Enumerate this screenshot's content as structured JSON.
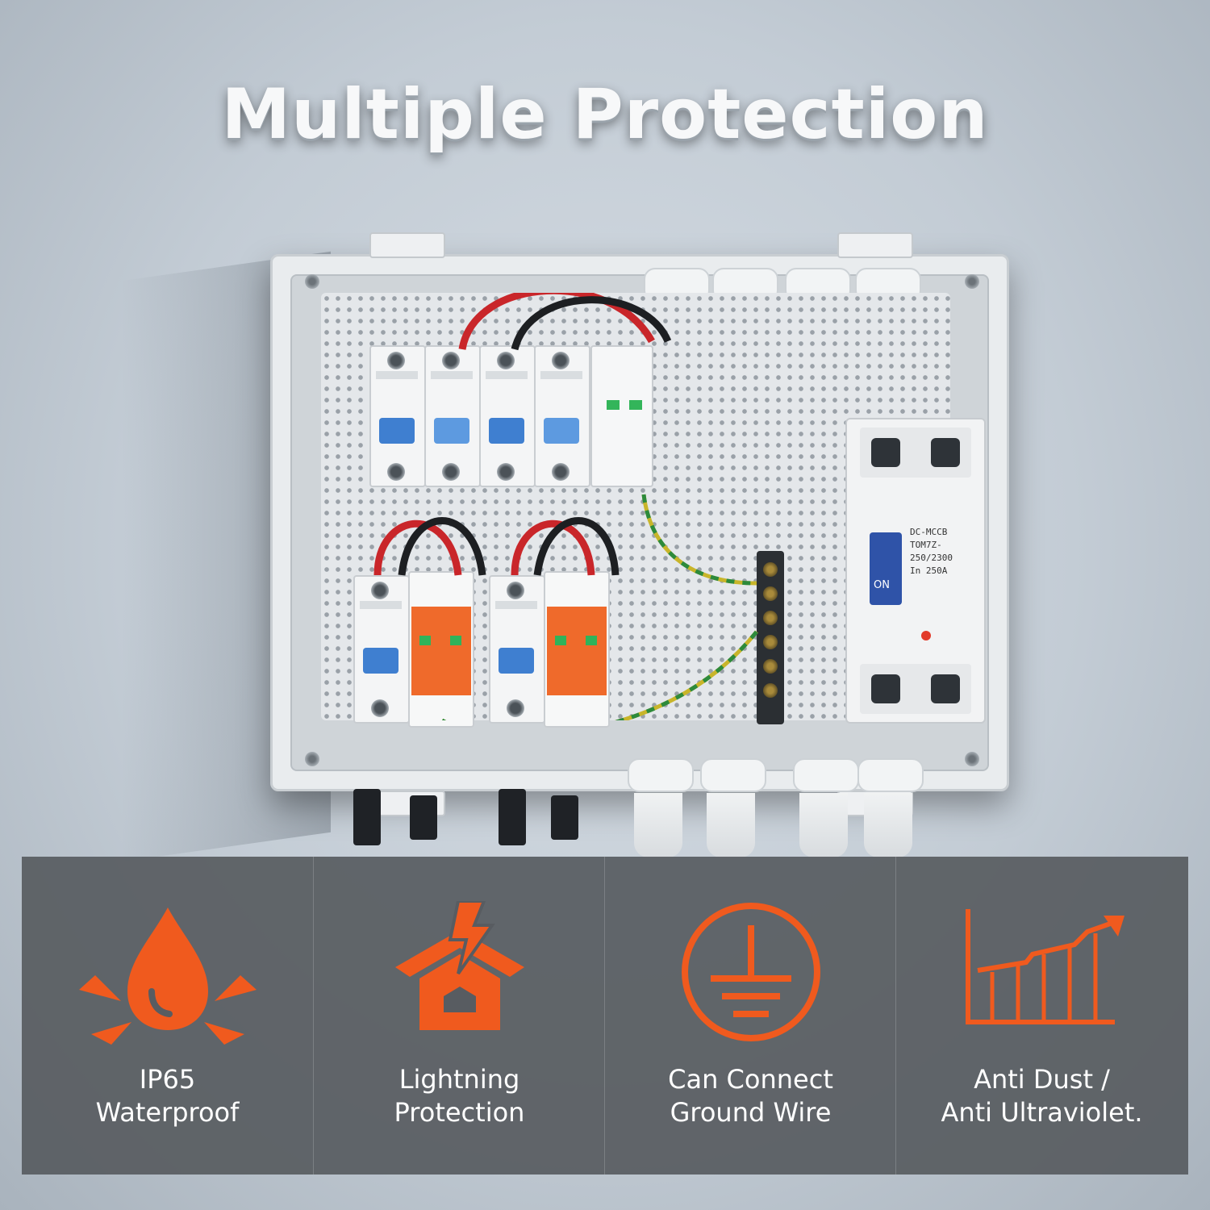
{
  "headline": "Multiple Protection",
  "device_labels": {
    "mccb_type": "DC-MCCB",
    "mccb_model": "TOM7Z-250/2300",
    "mccb_rating": "In 250A",
    "mccb_switch": "ON"
  },
  "features": [
    {
      "icon": "water-drop-icon",
      "line1": "IP65",
      "line2": "Waterproof"
    },
    {
      "icon": "lightning-house-icon",
      "line1": "Lightning",
      "line2": "Protection"
    },
    {
      "icon": "ground-symbol-icon",
      "line1": "Can Connect",
      "line2": "Ground Wire"
    },
    {
      "icon": "rising-chart-icon",
      "line1": "Anti Dust /",
      "line2": "Anti Ultraviolet."
    }
  ],
  "colors": {
    "accent": "#f05a1e",
    "panel": "#585c61",
    "breaker_lever": "#3f7fd0",
    "spd_body": "#ef6a2b"
  }
}
